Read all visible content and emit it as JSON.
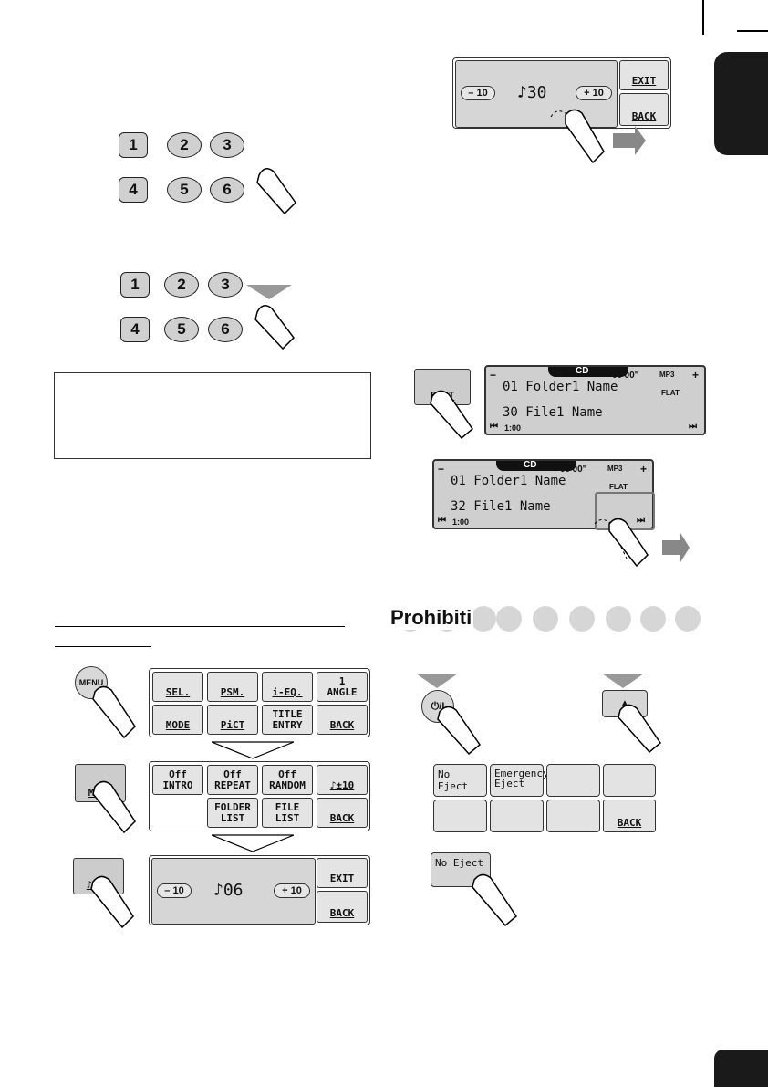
{
  "numkeys": [
    "1",
    "2",
    "3",
    "4",
    "5",
    "6"
  ],
  "skip_screen": {
    "minus": "– 10",
    "value": "♪30",
    "plus": "+ 10",
    "exit": "EXIT",
    "back": "BACK"
  },
  "cd_panel": {
    "exit_button": "EXIT",
    "mode": "CD",
    "counter": "00ʹ00ʺ",
    "format": "MP3",
    "eq": "FLAT",
    "folder": "01 Folder1 Name",
    "file_a": "30 File1 Name",
    "file_b": "32 File1 Name",
    "time": "1:00"
  },
  "section_title": "Prohibiti",
  "menu_flow": {
    "menu_key": "MENU",
    "mode_key": "MODE",
    "skip_key": "♪±10",
    "row1": [
      "SEL.",
      "PSM.",
      "i-EQ.",
      "1\nANGLE"
    ],
    "row2": [
      "MODE",
      "PiCT",
      "TITLE\nENTRY",
      "BACK"
    ],
    "row3": [
      "Off\nINTRO",
      "Off\nREPEAT",
      "Off\nRANDOM",
      "♪±10"
    ],
    "row4": [
      "",
      "FOLDER\nLIST",
      "FILE\nLIST",
      "BACK"
    ],
    "screen": {
      "minus": "– 10",
      "value": "♪06",
      "plus": "+ 10",
      "exit": "EXIT",
      "back": "BACK"
    }
  },
  "eject": {
    "power_key": "⏻/I",
    "eject_key": "▲",
    "options": [
      "No Eject",
      "Emergency\nEject",
      "",
      "",
      "",
      "",
      "",
      "BACK"
    ],
    "selected": "No Eject"
  },
  "colors": {
    "tab": "#1a1a1a",
    "screen": "#cfcfcf",
    "button": "#e4e4e4",
    "circle": "#d6d6d6"
  }
}
